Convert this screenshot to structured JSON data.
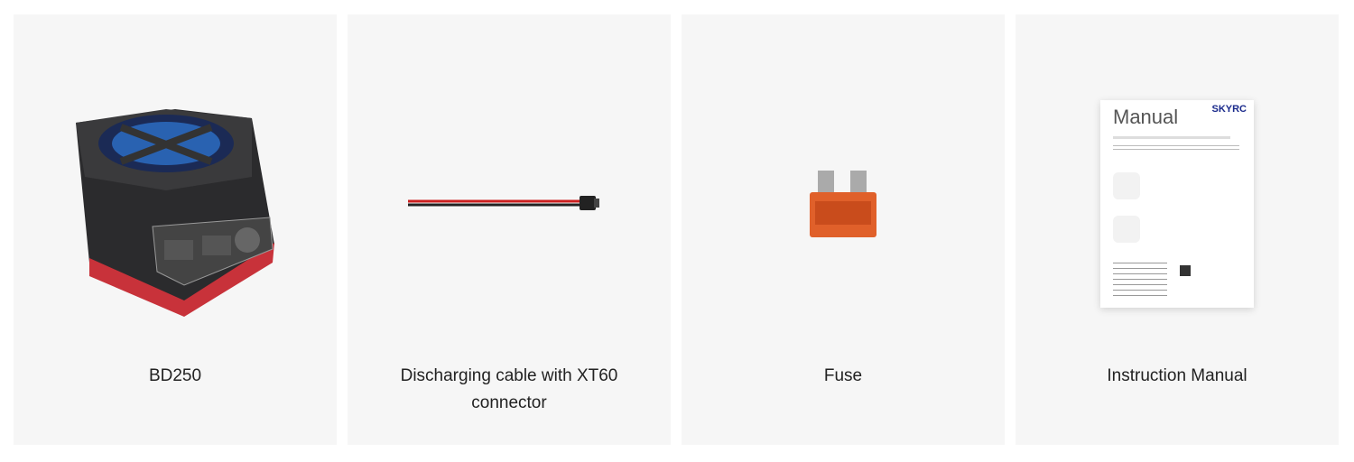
{
  "items": [
    {
      "label": "BD250",
      "image": "battery-discharger-image"
    },
    {
      "label": "Discharging cable with XT60 connector",
      "image": "cable-image"
    },
    {
      "label": "Fuse",
      "image": "fuse-image"
    },
    {
      "label": "Instruction Manual",
      "image": "manual-image",
      "manual_title": "Manual",
      "brand": "SKYRC"
    }
  ],
  "colors": {
    "card_bg": "#f6f6f6",
    "text": "#222222",
    "brand_blue": "#1a2a8c",
    "brand_red": "#e02030"
  }
}
